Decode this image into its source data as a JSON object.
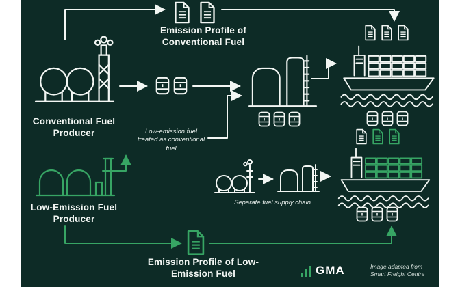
{
  "colors": {
    "background": "#0d2b26",
    "line_white": "#f2f6f3",
    "accent_green": "#37a564",
    "side_bars": "#ffffff"
  },
  "labels": {
    "emission_profile_conventional": "Emission Profile of Conventional Fuel",
    "conventional_producer": "Conventional Fuel Producer",
    "treated_note": "Low-emission fuel treated as conventional fuel",
    "low_emission_producer": "Low-Emission Fuel Producer",
    "separate_chain": "Separate fuel supply chain",
    "emission_profile_low": "Emission Profile of Low-Emission Fuel",
    "logo": "GMA",
    "credit": "Image adapted from Smart Freight Centre"
  },
  "icons": {
    "document": "document-icon",
    "barrel": "fuel-barrel-icon",
    "conventional_producer": "refinery-icon",
    "low_emission_producer": "green-plant-icon",
    "storage_tanks": "storage-tank-icon",
    "ship": "container-ship-icon",
    "small_producer": "small-plant-icon",
    "small_tank": "small-storage-tank-icon",
    "logo_mark": "gma-logo-mark"
  }
}
